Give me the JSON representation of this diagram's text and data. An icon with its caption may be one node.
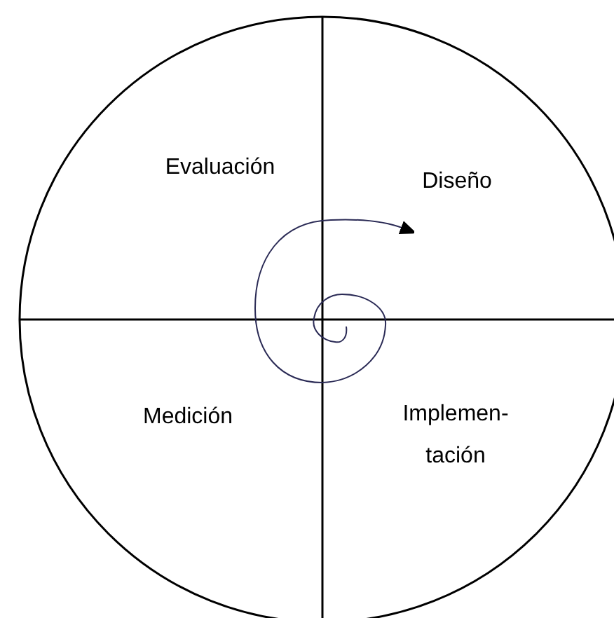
{
  "diagram": {
    "labels": [
      "Evaluación",
      "Diseño",
      "Medición",
      "Implemen- tación"
    ]
  }
}
